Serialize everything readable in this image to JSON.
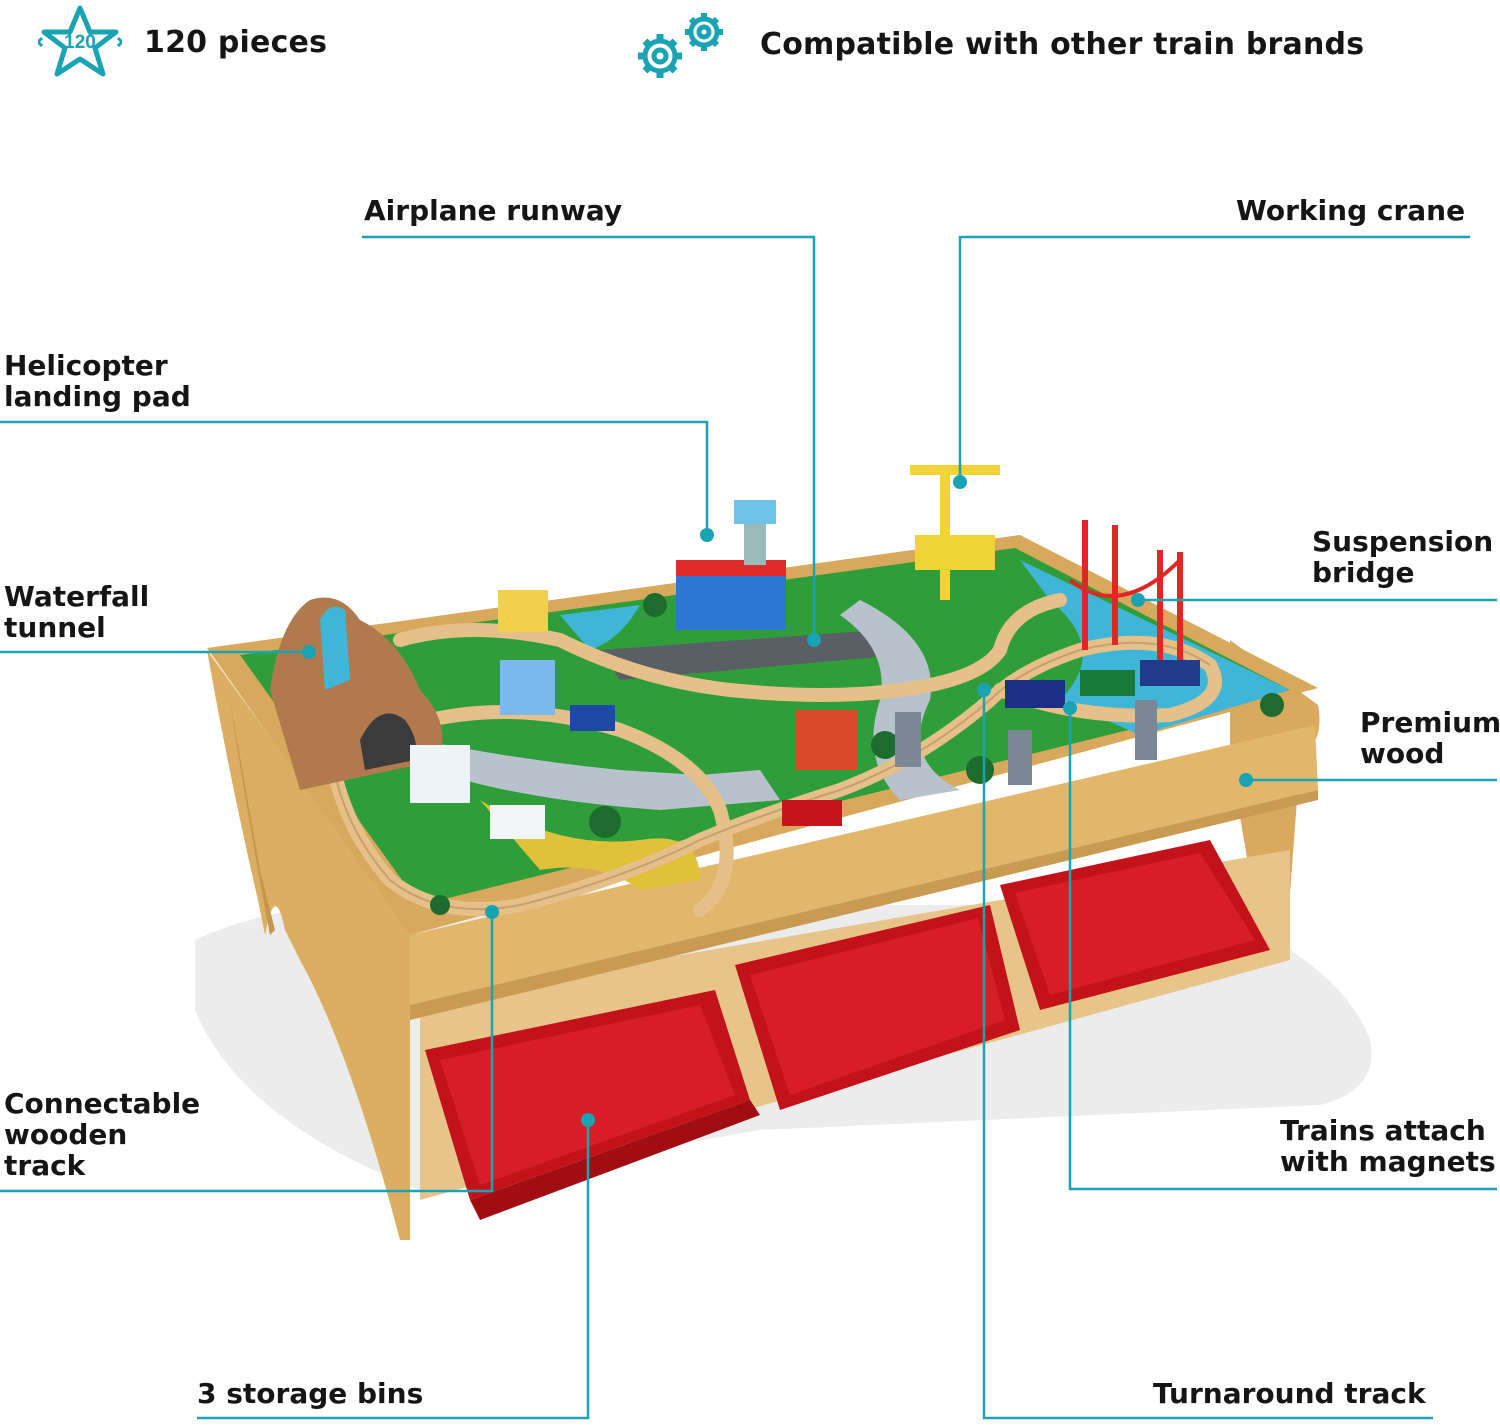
{
  "header": {
    "pieces_badge": "120",
    "pieces_text": "120 pieces",
    "compat_text": "Compatible with other train brands"
  },
  "callouts": {
    "airplane_runway": "Airplane runway",
    "working_crane": "Working crane",
    "helicopter_pad": [
      "Helicopter",
      "landing pad"
    ],
    "waterfall_tunnel": [
      "Waterfall",
      "tunnel"
    ],
    "suspension_bridge": [
      "Suspension",
      "bridge"
    ],
    "premium_wood": [
      "Premium",
      "wood"
    ],
    "connectable_track": [
      "Connectable",
      "wooden",
      "track"
    ],
    "trains_magnets": [
      "Trains attach",
      "with magnets"
    ],
    "storage_bins": "3 storage bins",
    "turnaround_track": "Turnaround track"
  },
  "colors": {
    "accent": "#1aa3b3",
    "wood": "#dfb46a",
    "bin_red": "#c8141c",
    "grass": "#2fa23a"
  }
}
